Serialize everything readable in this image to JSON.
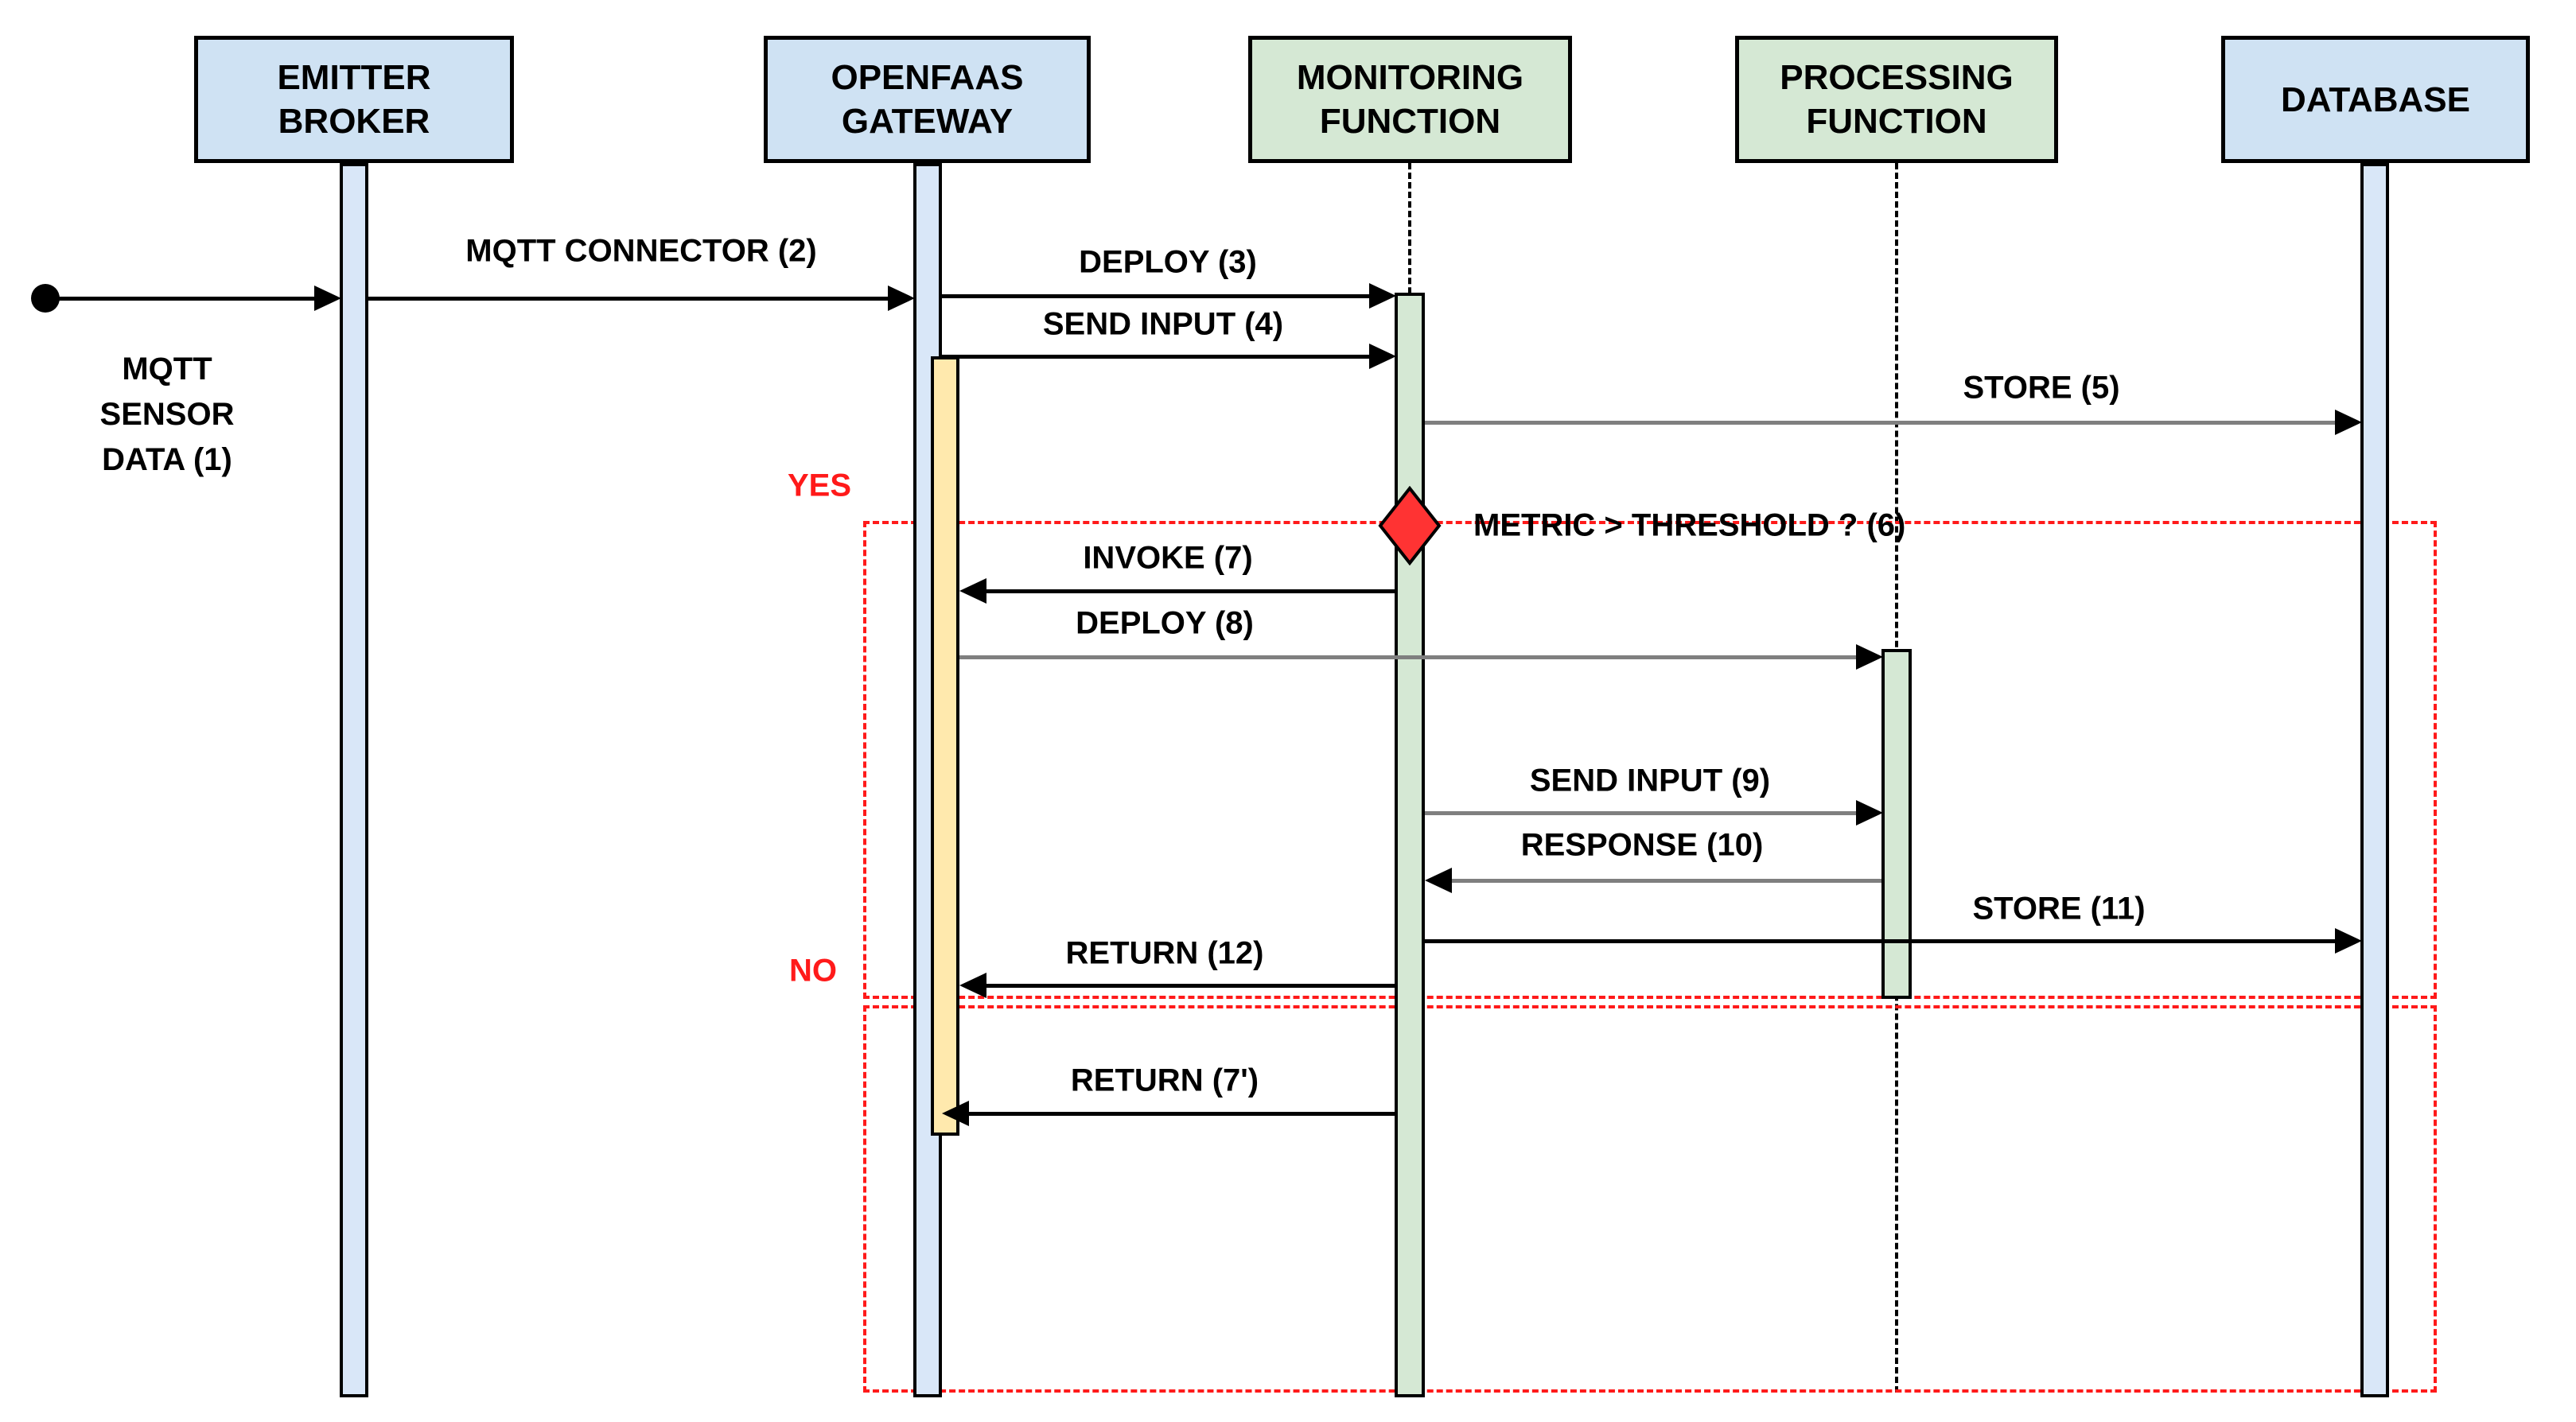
{
  "diagram_type": "sequence-diagram",
  "colors": {
    "actor-blue": "#cfe2f3",
    "actor-green": "#d5e8d4",
    "bar-blue": "#d9e7f8",
    "bar-green": "#d5e8d4",
    "bar-yellow": "#ffe9ad",
    "diamond-red": "#ff3333",
    "alt-red": "#ff1a1a",
    "arrow-gray": "#7f7f7f"
  },
  "actors": [
    {
      "label": "EMITTER BROKER"
    },
    {
      "label": "OPENFAAS GATEWAY"
    },
    {
      "label": "MONITORING FUNCTION"
    },
    {
      "label": "PROCESSING FUNCTION"
    },
    {
      "label": "DATABASE"
    }
  ],
  "messages": [
    {
      "label": "MQTT SENSOR DATA (1)",
      "label_lines": [
        "MQTT",
        "SENSOR",
        "DATA (1)"
      ],
      "from": "start",
      "to": "EMITTER BROKER"
    },
    {
      "label": "MQTT CONNECTOR (2)",
      "from": "EMITTER BROKER",
      "to": "OPENFAAS GATEWAY"
    },
    {
      "label": "DEPLOY (3)",
      "from": "OPENFAAS GATEWAY",
      "to": "MONITORING FUNCTION"
    },
    {
      "label": "SEND INPUT (4)",
      "from": "OPENFAAS GATEWAY",
      "to": "MONITORING FUNCTION"
    },
    {
      "label": "STORE (5)",
      "from": "MONITORING FUNCTION",
      "to": "DATABASE"
    },
    {
      "label": "INVOKE (7)",
      "from": "MONITORING FUNCTION",
      "to": "OPENFAAS GATEWAY"
    },
    {
      "label": "DEPLOY (8)",
      "from": "OPENFAAS GATEWAY",
      "to": "PROCESSING FUNCTION"
    },
    {
      "label": "SEND INPUT (9)",
      "from": "MONITORING FUNCTION",
      "to": "PROCESSING FUNCTION"
    },
    {
      "label": "RESPONSE (10)",
      "from": "PROCESSING FUNCTION",
      "to": "MONITORING FUNCTION"
    },
    {
      "label": "STORE (11)",
      "from": "MONITORING FUNCTION",
      "to": "DATABASE"
    },
    {
      "label": "RETURN (12)",
      "from": "MONITORING FUNCTION",
      "to": "OPENFAAS GATEWAY"
    },
    {
      "label": "RETURN (7')",
      "from": "MONITORING FUNCTION",
      "to": "OPENFAAS GATEWAY"
    }
  ],
  "decision": {
    "label": "METRIC > THRESHOLD ? (6)",
    "on": "MONITORING FUNCTION"
  },
  "branches": {
    "yes_label": "YES",
    "no_label": "NO"
  }
}
